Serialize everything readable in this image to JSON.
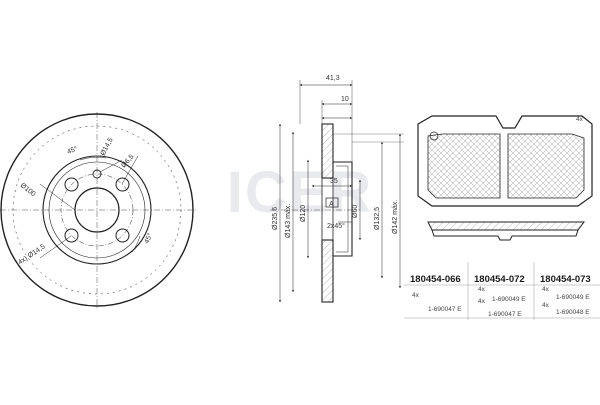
{
  "brand": {
    "logo_text": "ICER",
    "color": "#9aa0ad"
  },
  "disc_front": {
    "dims": {
      "a45_top": "45°",
      "d14_5_top": "Ø14,5",
      "d6_5": "Ø6,5",
      "d100": "Ø100",
      "d14_5_bottom": "(4x) Ø14,5",
      "a45_bottom": "45°"
    }
  },
  "disc_side": {
    "dims": {
      "w41_3": "41,3",
      "w10": "10",
      "h35": "35",
      "label_a": "A",
      "chamfer": "2x45°",
      "d235_6": "Ø235,6",
      "d143": "Ø143 máx.",
      "d120": "Ø120",
      "d60": "Ø60",
      "d132_5": "Ø132,5",
      "d142": "Ø142 máx."
    }
  },
  "pad": {
    "count": "4x"
  },
  "parts": [
    {
      "code": "180454-066",
      "rows": [
        {
          "qty": "4x",
          "ref": "1-690047 E"
        }
      ]
    },
    {
      "code": "180454-072",
      "rows": [
        {
          "qty": "4x",
          "ref": "1-690049 E"
        },
        {
          "qty": "4x",
          "ref": "1-690047 E"
        }
      ]
    },
    {
      "code": "180454-073",
      "rows": [
        {
          "qty": "4x",
          "ref": "1-690049 E"
        },
        {
          "qty": "4x",
          "ref": "1-690048 E"
        }
      ]
    }
  ]
}
